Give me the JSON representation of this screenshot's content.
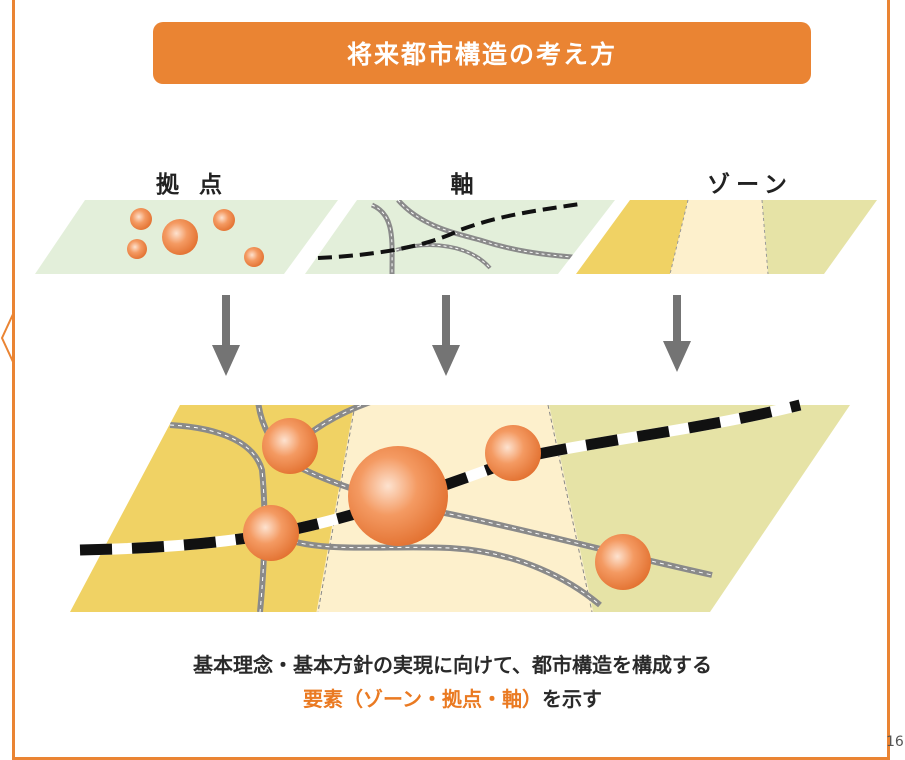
{
  "title": "将来都市構造の考え方",
  "panels": [
    {
      "id": "kyoten",
      "label": "拠 点"
    },
    {
      "id": "jiku",
      "label": "軸"
    },
    {
      "id": "zone",
      "label": "ゾーン"
    }
  ],
  "footer": {
    "line1": "基本理念・基本方針の実現に向けて、都市構造を構成する",
    "line2_highlight": "要素（ゾーン・拠点・軸）",
    "line2_rest": "を示す"
  },
  "page_number": "16",
  "colors": {
    "accent": "#ea8433",
    "panel_green": "#e3efda",
    "zone_yellow": "#f0d264",
    "zone_cream": "#fdf0cc",
    "zone_olive": "#e6e3a6",
    "road_gray": "#8a8a8a",
    "node_orange": "#f08a4a"
  }
}
